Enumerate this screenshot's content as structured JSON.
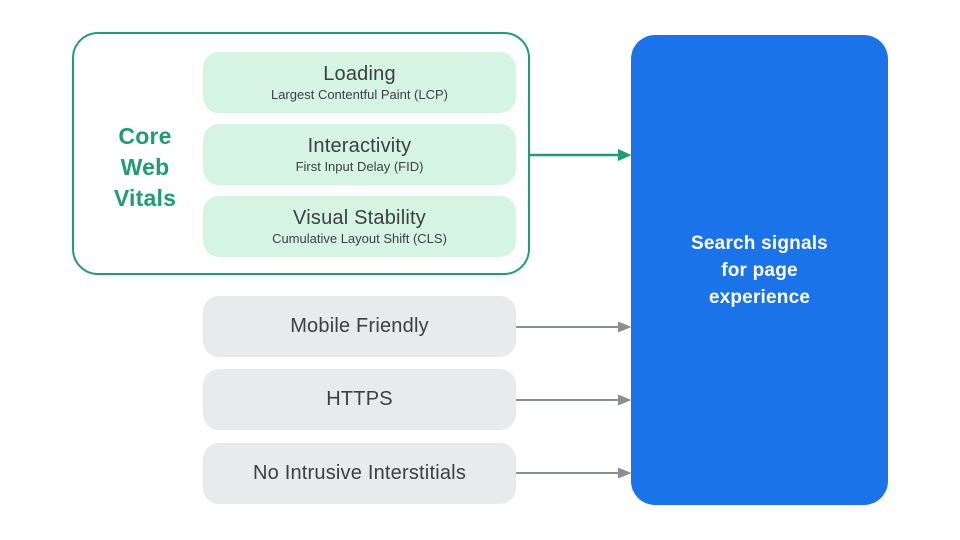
{
  "core_web_vitals": {
    "label_lines": [
      "Core",
      "Web",
      "Vitals"
    ],
    "items": [
      {
        "title": "Loading",
        "subtitle": "Largest Contentful Paint (LCP)"
      },
      {
        "title": "Interactivity",
        "subtitle": "First Input Delay (FID)"
      },
      {
        "title": "Visual Stability",
        "subtitle": "Cumulative Layout Shift (CLS)"
      }
    ]
  },
  "other_signals": [
    {
      "label": "Mobile Friendly"
    },
    {
      "label": "HTTPS"
    },
    {
      "label": "No Intrusive Interstitials"
    }
  ],
  "result_box": {
    "label_lines": [
      "Search signals",
      "for page",
      "experience"
    ]
  },
  "edges": [
    {
      "from": "core-web-vitals",
      "to": "search-signals",
      "color": "green",
      "icon": "arrow-right-icon"
    },
    {
      "from": "mobile-friendly",
      "to": "search-signals",
      "color": "gray",
      "icon": "arrow-right-icon"
    },
    {
      "from": "https",
      "to": "search-signals",
      "color": "gray",
      "icon": "arrow-right-icon"
    },
    {
      "from": "no-intrusive-interstitials",
      "to": "search-signals",
      "color": "gray",
      "icon": "arrow-right-icon"
    }
  ],
  "colors": {
    "green": "#1f9d72",
    "green_light": "#d6f4e4",
    "gray_box": "#e8eaec",
    "blue": "#1a73e8",
    "text_dark": "#3c4043",
    "arrow_gray": "#878e94",
    "white_text": "#ffffff"
  }
}
